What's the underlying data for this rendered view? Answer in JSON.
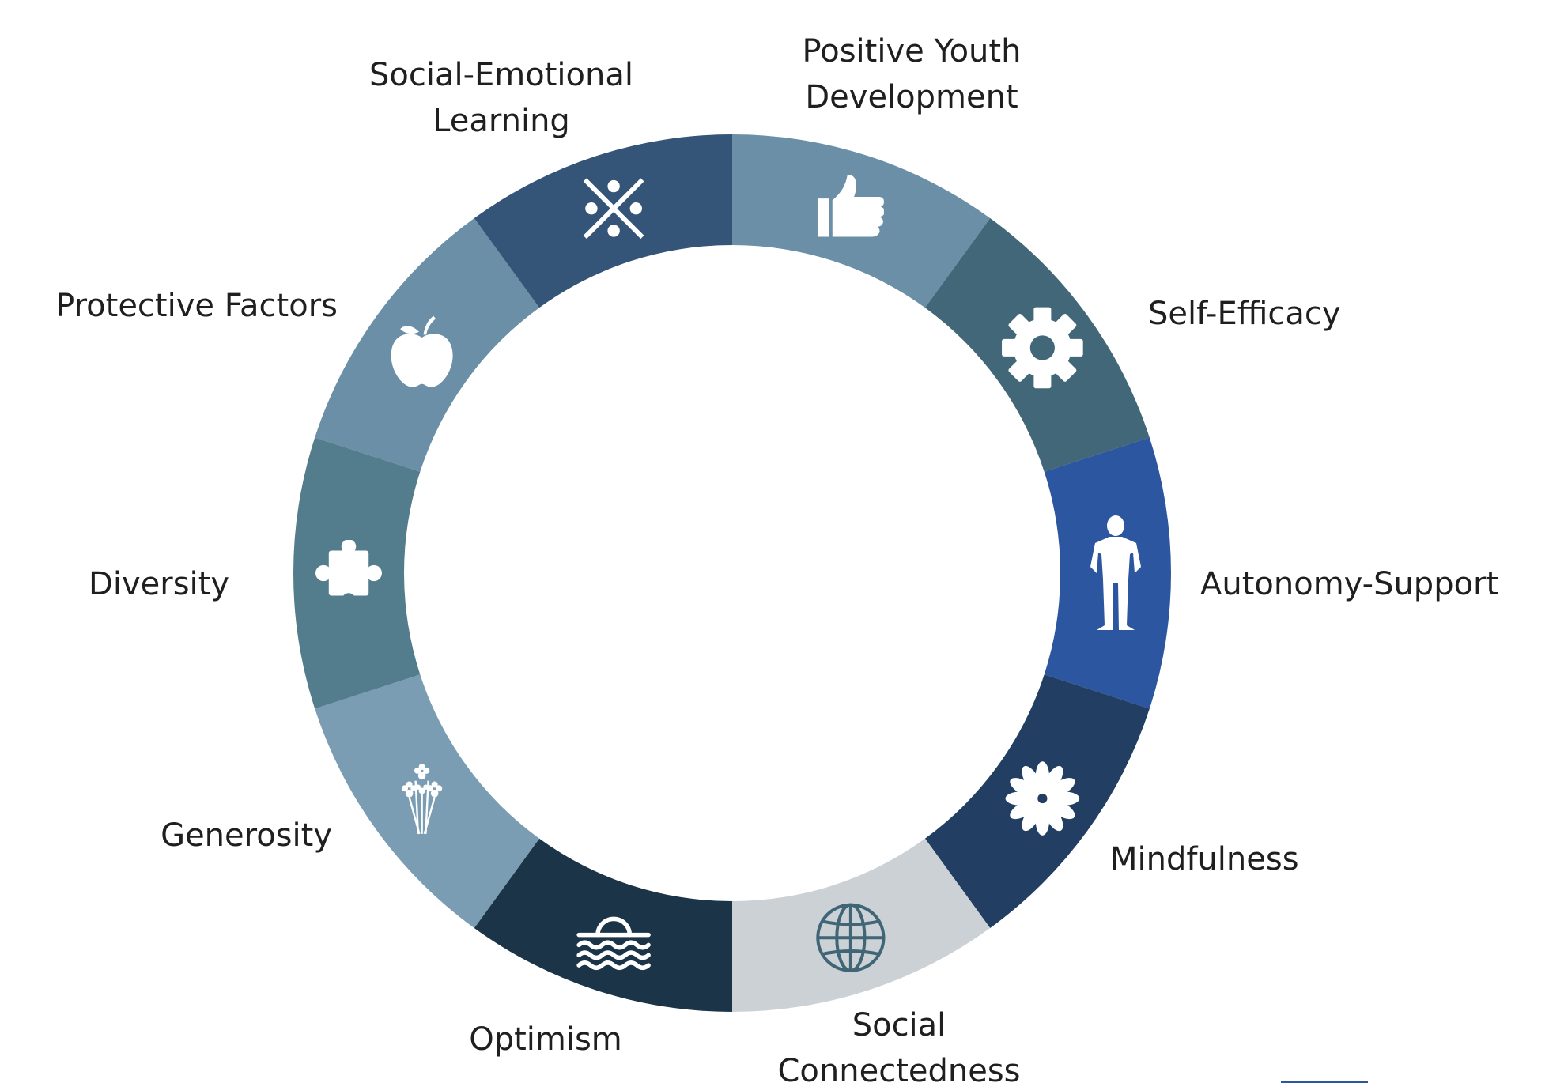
{
  "diagram": {
    "segments": [
      {
        "id": "positive-youth-development",
        "label_lines": [
          "Positive Youth",
          "Development"
        ],
        "icon": "thumbs-up-icon",
        "color": "#6a8fa6"
      },
      {
        "id": "self-efficacy",
        "label_lines": [
          "Self-Efficacy"
        ],
        "icon": "gear-icon",
        "color": "#426778"
      },
      {
        "id": "autonomy-support",
        "label_lines": [
          "Autonomy-Support"
        ],
        "icon": "person-icon",
        "color": "#2c57a0"
      },
      {
        "id": "mindfulness",
        "label_lines": [
          "Mindfulness"
        ],
        "icon": "flower-icon",
        "color": "#223f63"
      },
      {
        "id": "social-connectedness",
        "label_lines": [
          "Social",
          "Connectedness"
        ],
        "icon": "globe-icon",
        "color": "#ccd1d5"
      },
      {
        "id": "optimism",
        "label_lines": [
          "Optimism"
        ],
        "icon": "sunrise-icon",
        "color": "#1b3447"
      },
      {
        "id": "generosity",
        "label_lines": [
          "Generosity"
        ],
        "icon": "bouquet-icon",
        "color": "#7a9db3"
      },
      {
        "id": "diversity",
        "label_lines": [
          "Diversity"
        ],
        "icon": "puzzle-icon",
        "color": "#537c8c"
      },
      {
        "id": "protective-factors",
        "label_lines": [
          "Protective Factors"
        ],
        "icon": "apple-icon",
        "color": "#6a8fa6"
      },
      {
        "id": "social-emotional-learning",
        "label_lines": [
          "Social-Emotional",
          "Learning"
        ],
        "icon": "crossed-people-icon",
        "color": "#345578"
      }
    ]
  }
}
